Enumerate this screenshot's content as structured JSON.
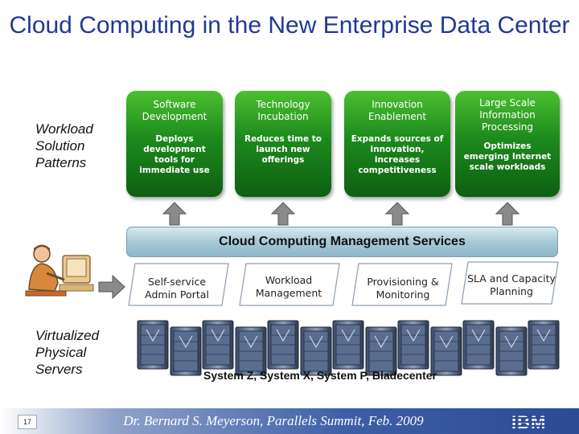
{
  "title": "Cloud Computing in the New Enterprise Data Center",
  "side_labels": {
    "workload": "Workload Solution Patterns",
    "servers": "Virtualized Physical Servers"
  },
  "patterns": [
    {
      "title": "Software Development",
      "description": "Deploys development tools for immediate use"
    },
    {
      "title": "Technology Incubation",
      "description": "Reduces time to launch new offerings"
    },
    {
      "title": "Innovation Enablement",
      "description": "Expands sources of innovation, increases competitiveness"
    },
    {
      "title": "Large Scale Information Processing",
      "description": "Optimizes emerging Internet scale workloads"
    }
  ],
  "management_bar": "Cloud Computing Management Services",
  "services": [
    {
      "label": "Self-service Admin Portal"
    },
    {
      "label": "Workload Management"
    },
    {
      "label": "Provisioning & Monitoring"
    },
    {
      "label": "SLA and Capacity Planning"
    }
  ],
  "systems_label": "System Z, System X, System P, Bladecenter",
  "footer": {
    "presenter": "Dr. Bernard S. Meyerson,  Parallels Summit, Feb. 2009",
    "page_number": "17",
    "logo": "IBM"
  },
  "colors": {
    "title": "#1f3a93",
    "pattern_green": "#1d8a1d",
    "management_bar": "#a7c8d6",
    "footer_blue": "#2d4a94"
  },
  "icons": [
    "user-at-computer-icon",
    "arrow-right-icon",
    "arrow-up-icon",
    "server-rack-icon"
  ]
}
